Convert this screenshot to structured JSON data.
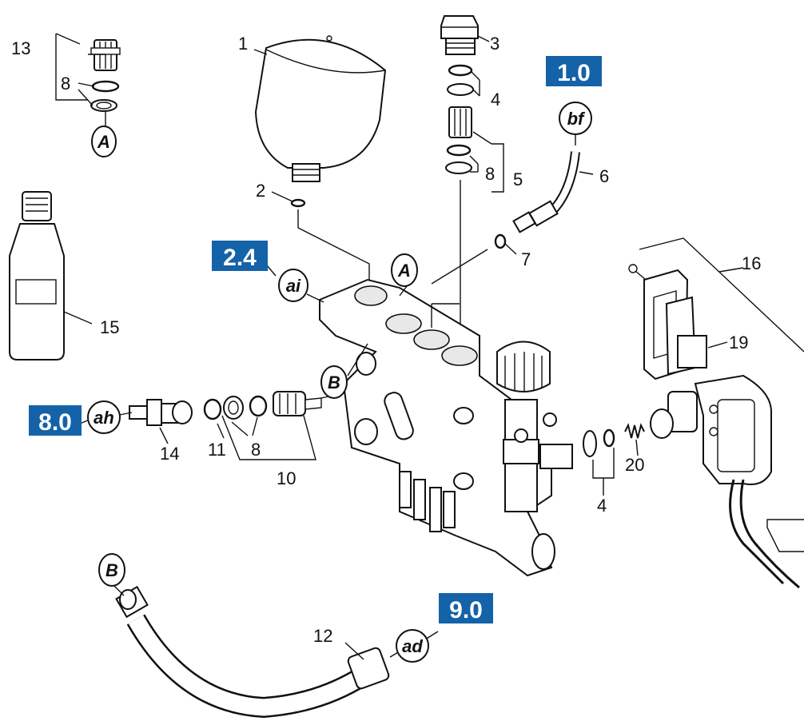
{
  "callouts": {
    "n1": "1",
    "n2": "2",
    "n3": "3",
    "n4a": "4",
    "n4b": "4",
    "n5": "5",
    "n6": "6",
    "n7": "7",
    "n8a": "8",
    "n8b": "8",
    "n8c": "8",
    "n10": "10",
    "n11": "11",
    "n12": "12",
    "n13": "13",
    "n14": "14",
    "n15": "15",
    "n16": "16",
    "n19": "19",
    "n20": "20"
  },
  "letter_bubbles": {
    "A_top": "A",
    "A_mid": "A",
    "B_mid": "B",
    "B_hose": "B",
    "ai": "ai",
    "ah": "ah",
    "ad": "ad",
    "bf": "bf"
  },
  "reference_boxes": {
    "r10": "1.0",
    "r24": "2.4",
    "r80": "8.0",
    "r90": "9.0"
  },
  "colors": {
    "reference_box": "#1462a8",
    "ink": "#111111",
    "paper": "#ffffff"
  }
}
